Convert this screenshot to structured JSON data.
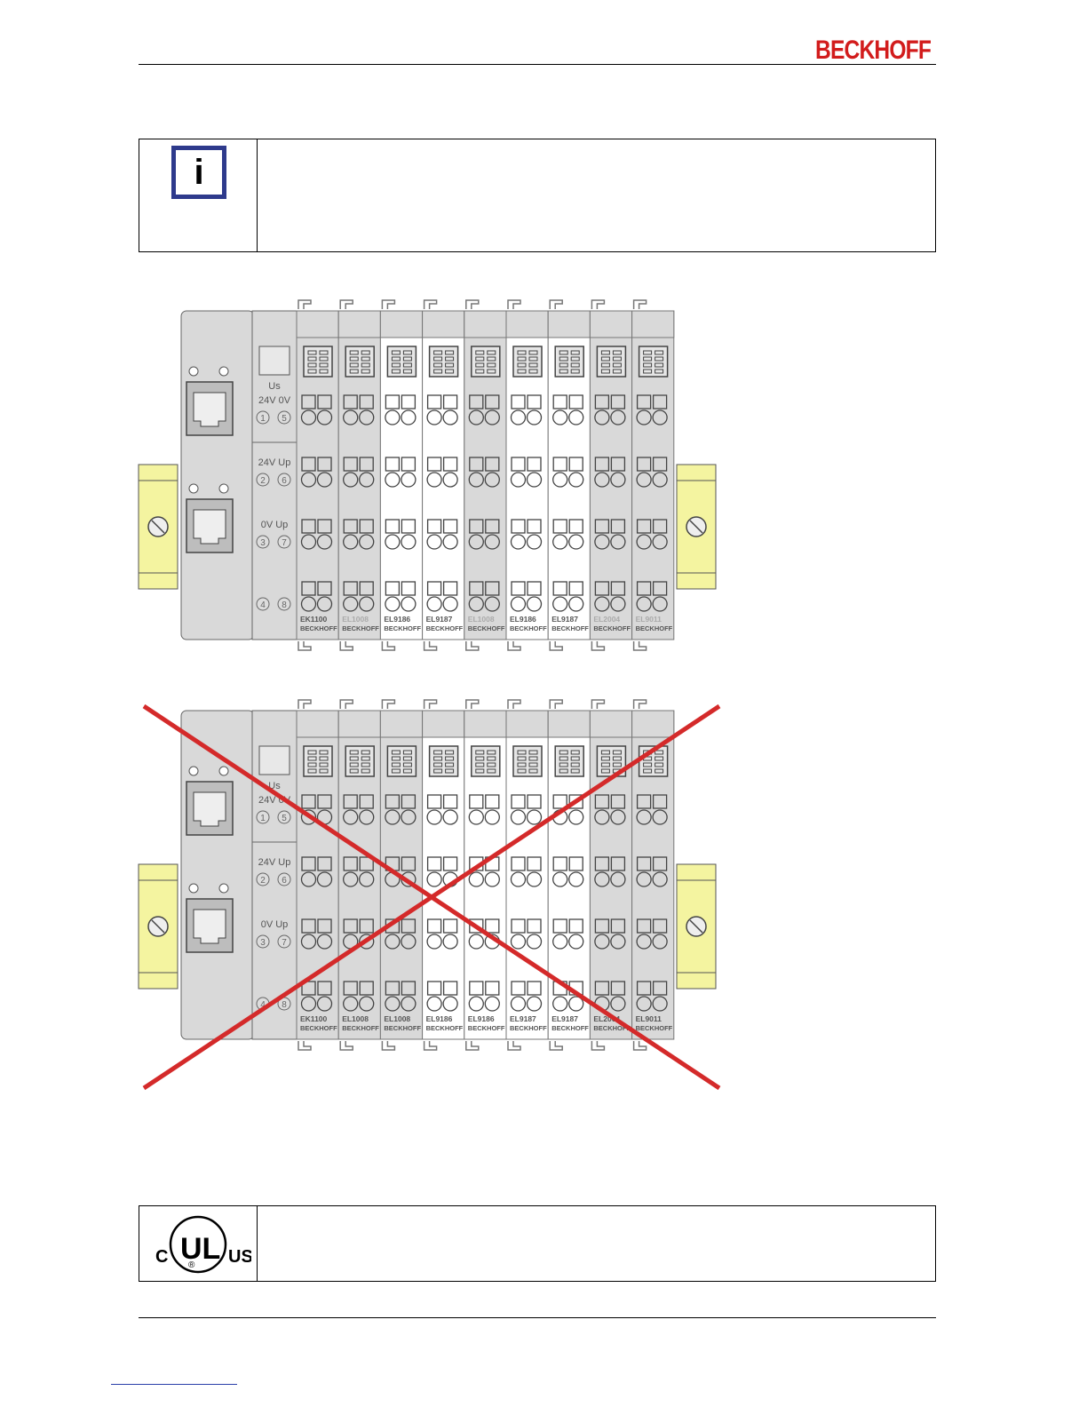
{
  "header": {
    "brand": "BECKHOFF"
  },
  "note": {
    "icon": "info-icon"
  },
  "figure_top": {
    "modules": [
      {
        "type": "EK1100",
        "brand": "BECKHOFF",
        "style": "gray"
      },
      {
        "type": "EL1008",
        "brand": "BECKHOFF",
        "style": "gray"
      },
      {
        "type": "EL9186",
        "brand": "BECKHOFF",
        "style": "white"
      },
      {
        "type": "EL9187",
        "brand": "BECKHOFF",
        "style": "white"
      },
      {
        "type": "EL1008",
        "brand": "BECKHOFF",
        "style": "gray"
      },
      {
        "type": "EL9186",
        "brand": "BECKHOFF",
        "style": "white"
      },
      {
        "type": "EL9187",
        "brand": "BECKHOFF",
        "style": "white"
      },
      {
        "type": "EL2004",
        "brand": "BECKHOFF",
        "style": "gray"
      },
      {
        "type": "EL9011",
        "brand": "BECKHOFF",
        "style": "gray"
      }
    ]
  },
  "figure_bottom": {
    "modules": [
      {
        "type": "EK1100",
        "brand": "BECKHOFF",
        "style": "gray"
      },
      {
        "type": "EL1008",
        "brand": "BECKHOFF",
        "style": "gray"
      },
      {
        "type": "EL1008",
        "brand": "BECKHOFF",
        "style": "gray"
      },
      {
        "type": "EL9186",
        "brand": "BECKHOFF",
        "style": "white"
      },
      {
        "type": "EL9186",
        "brand": "BECKHOFF",
        "style": "white"
      },
      {
        "type": "EL9187",
        "brand": "BECKHOFF",
        "style": "white"
      },
      {
        "type": "EL9187",
        "brand": "BECKHOFF",
        "style": "white"
      },
      {
        "type": "EL2004",
        "brand": "BECKHOFF",
        "style": "gray"
      },
      {
        "type": "EL9011",
        "brand": "BECKHOFF",
        "style": "gray"
      }
    ]
  },
  "coupler_labels": {
    "us": "Us",
    "row1": "24V  0V",
    "row1_nums": [
      "1",
      "5"
    ],
    "row2": "24V Up",
    "row2_nums": [
      "2",
      "6"
    ],
    "row3": "0V   Up",
    "row3_nums": [
      "3",
      "7"
    ],
    "row4_nums": [
      "4",
      "8"
    ]
  },
  "ul_mark": {
    "c": "C",
    "ul": "UL",
    "us": "US",
    "reg": "®"
  },
  "colors": {
    "brand_red": "#d21c1c",
    "info_blue": "#2e3a8c",
    "cross_red": "#d42a2a",
    "module_gray": "#d9d9d9",
    "module_white": "#ffffff",
    "rail_yellow": "#f4f4a0"
  }
}
